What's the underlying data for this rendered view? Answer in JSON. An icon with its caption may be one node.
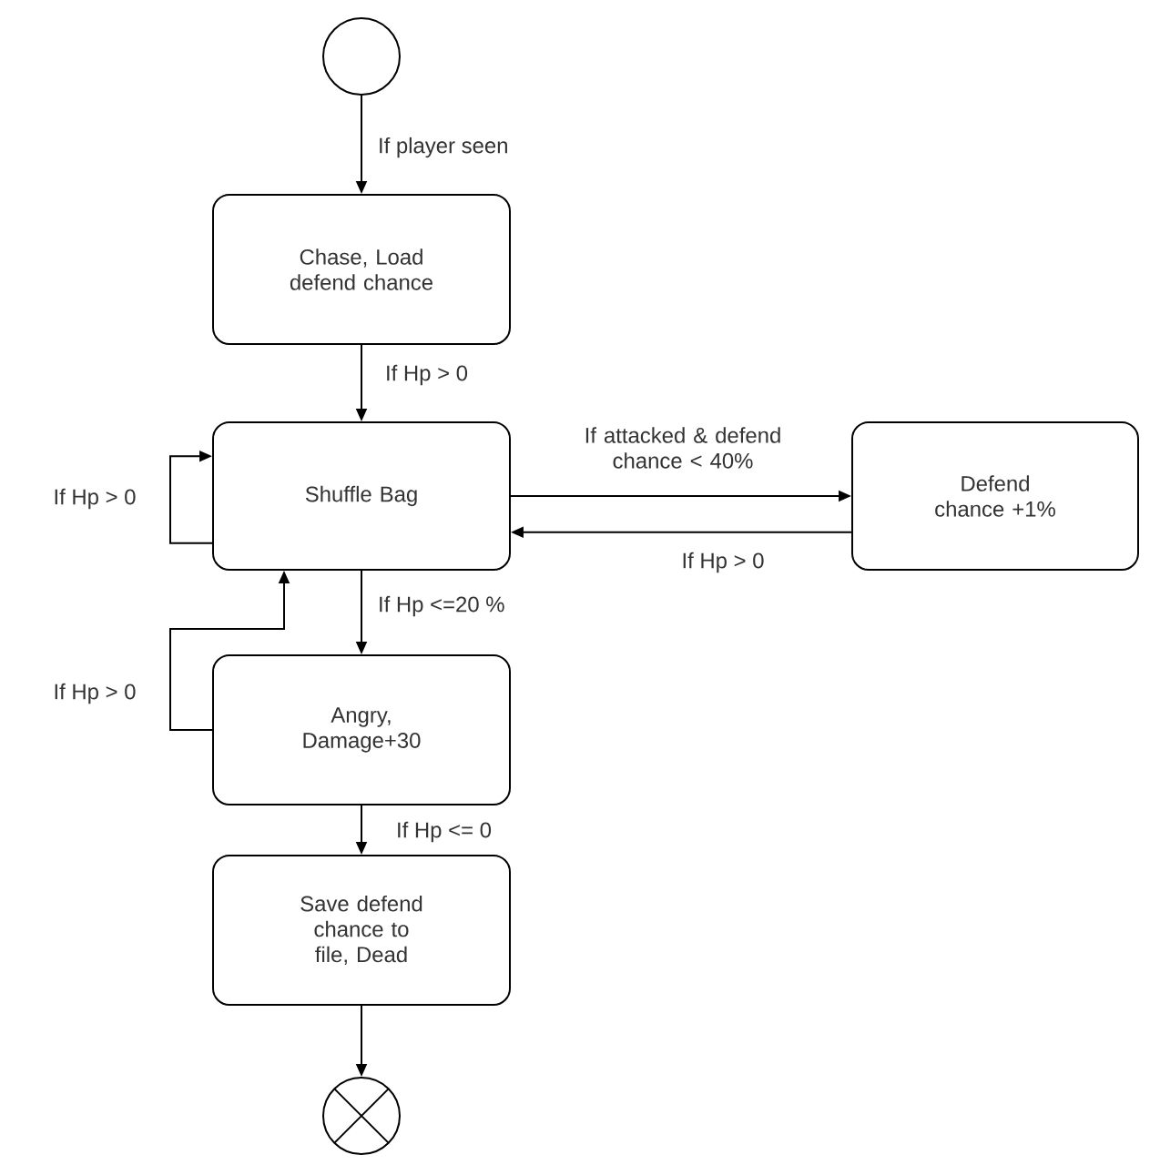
{
  "diagram": {
    "nodes": [
      {
        "text": [],
        "shape": "circle"
      },
      {
        "text": [
          "Chase, Load defend chance"
        ]
      },
      {
        "text": [
          "Shuffle Bag"
        ]
      },
      {
        "text": [
          "Defend chance +1%"
        ]
      },
      {
        "text": [
          "Angry, Damage+30"
        ]
      },
      {
        "text": [
          "Save defend chance to file, Dead"
        ]
      },
      {
        "text": [],
        "shape": "cross"
      }
    ],
    "edges": [
      {
        "from": 0,
        "to": 1,
        "arrow": "to",
        "label": "If player seen"
      },
      {
        "from": 1,
        "to": 2,
        "arrow": "to",
        "label": "If Hp > 0"
      },
      {
        "from": 2,
        "to": 2,
        "arrow": "to",
        "label": "If Hp > 0"
      },
      {
        "from": 2,
        "to": 3,
        "arrow": "to",
        "label": "If attacked & defend chance < 40%"
      },
      {
        "from": 3,
        "to": 2,
        "arrow": "to",
        "label": "If Hp > 0"
      },
      {
        "from": 2,
        "to": 4,
        "arrow": "to",
        "label": "If Hp <=20 %"
      },
      {
        "from": 4,
        "to": 2,
        "arrow": "to",
        "label": "If Hp > 0"
      },
      {
        "from": 4,
        "to": 5,
        "arrow": "to",
        "label": "If Hp <= 0"
      },
      {
        "from": 5,
        "to": 6,
        "arrow": "to"
      }
    ]
  }
}
